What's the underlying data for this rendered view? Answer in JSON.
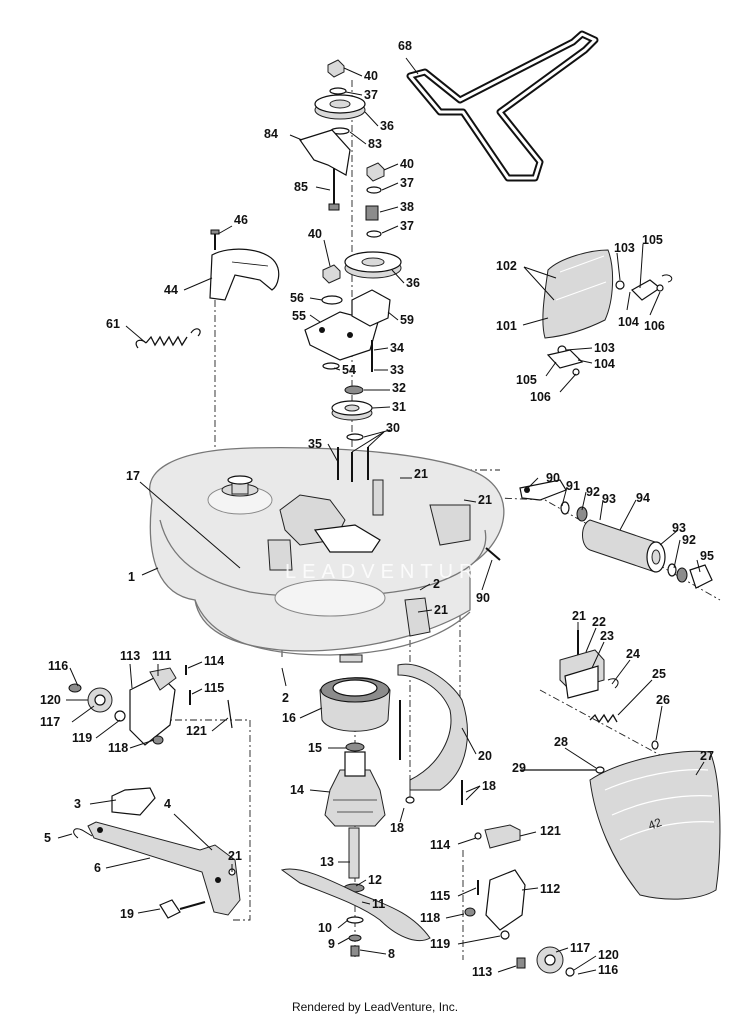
{
  "footer": "Rendered by LeadVenture, Inc.",
  "watermark": "LEADVENTURE",
  "callouts": [
    {
      "id": "c1",
      "text": "1"
    },
    {
      "id": "c2a",
      "text": "2"
    },
    {
      "id": "c2b",
      "text": "2"
    },
    {
      "id": "c3",
      "text": "3"
    },
    {
      "id": "c4",
      "text": "4"
    },
    {
      "id": "c5",
      "text": "5"
    },
    {
      "id": "c6",
      "text": "6"
    },
    {
      "id": "c8",
      "text": "8"
    },
    {
      "id": "c9",
      "text": "9"
    },
    {
      "id": "c10",
      "text": "10"
    },
    {
      "id": "c11",
      "text": "11"
    },
    {
      "id": "c12",
      "text": "12"
    },
    {
      "id": "c13",
      "text": "13"
    },
    {
      "id": "c14",
      "text": "14"
    },
    {
      "id": "c15",
      "text": "15"
    },
    {
      "id": "c16",
      "text": "16"
    },
    {
      "id": "c17",
      "text": "17"
    },
    {
      "id": "c18a",
      "text": "18"
    },
    {
      "id": "c18b",
      "text": "18"
    },
    {
      "id": "c19",
      "text": "19"
    },
    {
      "id": "c20",
      "text": "20"
    },
    {
      "id": "c21a",
      "text": "21"
    },
    {
      "id": "c21b",
      "text": "21"
    },
    {
      "id": "c21c",
      "text": "21"
    },
    {
      "id": "c21d",
      "text": "21"
    },
    {
      "id": "c21e",
      "text": "21"
    },
    {
      "id": "c22",
      "text": "22"
    },
    {
      "id": "c23",
      "text": "23"
    },
    {
      "id": "c24",
      "text": "24"
    },
    {
      "id": "c25",
      "text": "25"
    },
    {
      "id": "c26",
      "text": "26"
    },
    {
      "id": "c27",
      "text": "27"
    },
    {
      "id": "c28",
      "text": "28"
    },
    {
      "id": "c29",
      "text": "29"
    },
    {
      "id": "c30",
      "text": "30"
    },
    {
      "id": "c31",
      "text": "31"
    },
    {
      "id": "c32",
      "text": "32"
    },
    {
      "id": "c33",
      "text": "33"
    },
    {
      "id": "c34",
      "text": "34"
    },
    {
      "id": "c35",
      "text": "35"
    },
    {
      "id": "c36a",
      "text": "36"
    },
    {
      "id": "c36b",
      "text": "36"
    },
    {
      "id": "c37a",
      "text": "37"
    },
    {
      "id": "c37b",
      "text": "37"
    },
    {
      "id": "c37c",
      "text": "37"
    },
    {
      "id": "c38",
      "text": "38"
    },
    {
      "id": "c40a",
      "text": "40"
    },
    {
      "id": "c40b",
      "text": "40"
    },
    {
      "id": "c40c",
      "text": "40"
    },
    {
      "id": "c44",
      "text": "44"
    },
    {
      "id": "c46",
      "text": "46"
    },
    {
      "id": "c54",
      "text": "54"
    },
    {
      "id": "c55",
      "text": "55"
    },
    {
      "id": "c56",
      "text": "56"
    },
    {
      "id": "c59",
      "text": "59"
    },
    {
      "id": "c61",
      "text": "61"
    },
    {
      "id": "c68",
      "text": "68"
    },
    {
      "id": "c83",
      "text": "83"
    },
    {
      "id": "c84",
      "text": "84"
    },
    {
      "id": "c85",
      "text": "85"
    },
    {
      "id": "c90a",
      "text": "90"
    },
    {
      "id": "c90b",
      "text": "90"
    },
    {
      "id": "c91",
      "text": "91"
    },
    {
      "id": "c92a",
      "text": "92"
    },
    {
      "id": "c92b",
      "text": "92"
    },
    {
      "id": "c93a",
      "text": "93"
    },
    {
      "id": "c93b",
      "text": "93"
    },
    {
      "id": "c94",
      "text": "94"
    },
    {
      "id": "c95",
      "text": "95"
    },
    {
      "id": "c101",
      "text": "101"
    },
    {
      "id": "c102",
      "text": "102"
    },
    {
      "id": "c103a",
      "text": "103"
    },
    {
      "id": "c103b",
      "text": "103"
    },
    {
      "id": "c104a",
      "text": "104"
    },
    {
      "id": "c104b",
      "text": "104"
    },
    {
      "id": "c105a",
      "text": "105"
    },
    {
      "id": "c105b",
      "text": "105"
    },
    {
      "id": "c106a",
      "text": "106"
    },
    {
      "id": "c106b",
      "text": "106"
    },
    {
      "id": "c111",
      "text": "111"
    },
    {
      "id": "c112",
      "text": "112"
    },
    {
      "id": "c113a",
      "text": "113"
    },
    {
      "id": "c113b",
      "text": "113"
    },
    {
      "id": "c114a",
      "text": "114"
    },
    {
      "id": "c114b",
      "text": "114"
    },
    {
      "id": "c115a",
      "text": "115"
    },
    {
      "id": "c115b",
      "text": "115"
    },
    {
      "id": "c116a",
      "text": "116"
    },
    {
      "id": "c116b",
      "text": "116"
    },
    {
      "id": "c117a",
      "text": "117"
    },
    {
      "id": "c117b",
      "text": "117"
    },
    {
      "id": "c118a",
      "text": "118"
    },
    {
      "id": "c118b",
      "text": "118"
    },
    {
      "id": "c119a",
      "text": "119"
    },
    {
      "id": "c119b",
      "text": "119"
    },
    {
      "id": "c120a",
      "text": "120"
    },
    {
      "id": "c120b",
      "text": "120"
    },
    {
      "id": "c121a",
      "text": "121"
    },
    {
      "id": "c121b",
      "text": "121"
    }
  ]
}
